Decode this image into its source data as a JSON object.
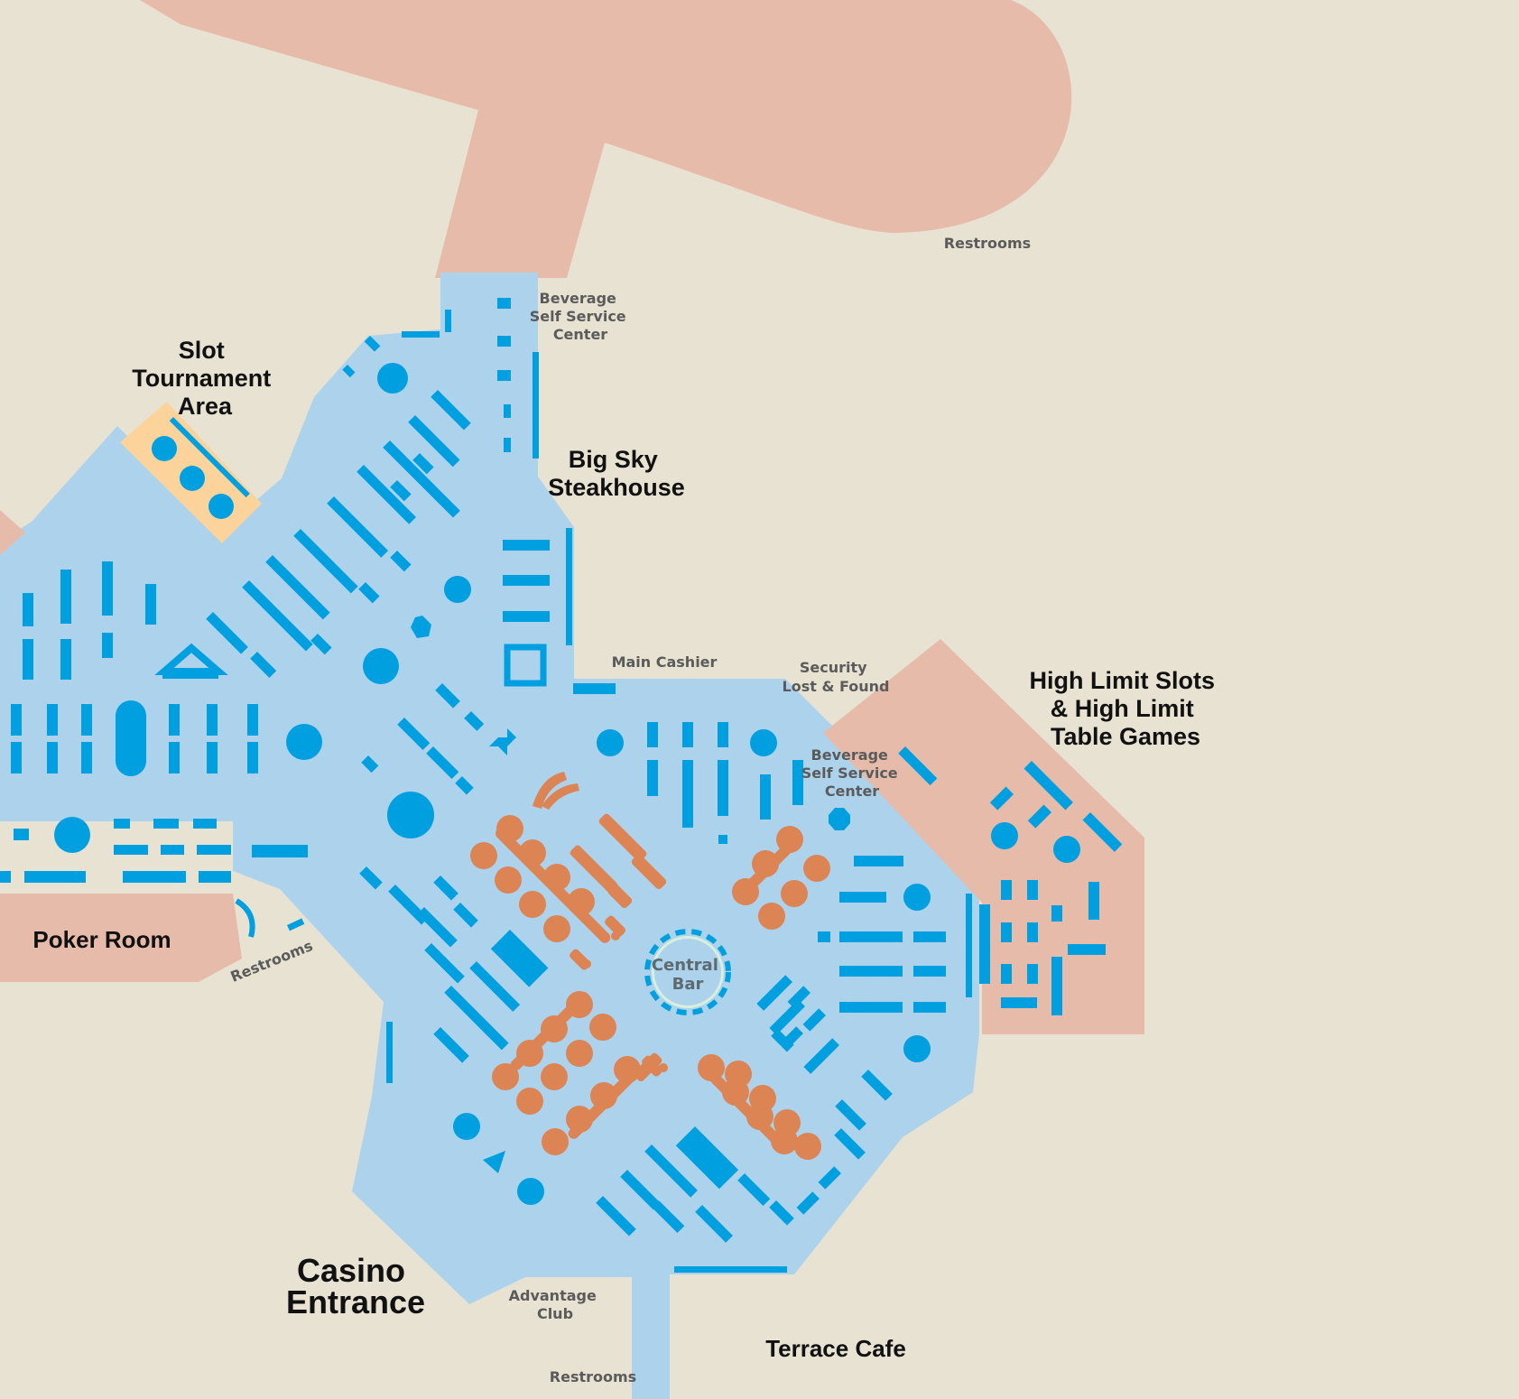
{
  "colors": {
    "background": "#e8e2d2",
    "casino_floor": "#acd2ec",
    "salmon_area": "#e7bbaa",
    "slot_tournament_area": "#fcd49b",
    "slot_machines": "#009fdf",
    "table_games": "#dd8455",
    "central_bar_ring": "#d9eedc"
  },
  "labels": {
    "slot_tournament": [
      "Slot",
      "Tournament",
      "Area"
    ],
    "big_sky_steakhouse": [
      "Big Sky",
      "Steakhouse"
    ],
    "beverage_top": [
      "Beverage",
      "Self Service",
      "Center"
    ],
    "restrooms_top": "Restrooms",
    "main_cashier": "Main Cashier",
    "security": [
      "Security",
      "Lost & Found"
    ],
    "high_limit": [
      "High Limit Slots",
      "& High Limit",
      "Table Games"
    ],
    "beverage_right": [
      "Beverage",
      "Self Service",
      "Center"
    ],
    "poker_room": "Poker Room",
    "restrooms_left": "Restrooms",
    "central_bar": [
      "Central",
      "Bar"
    ],
    "casino_entrance": [
      "Casino",
      "Entrance"
    ],
    "advantage_club": [
      "Advantage",
      "Club"
    ],
    "terrace_cafe": "Terrace Cafe",
    "restrooms_bottom": "Restrooms"
  }
}
